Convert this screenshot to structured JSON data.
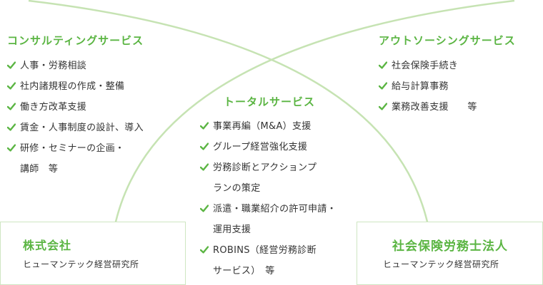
{
  "colors": {
    "accent": "#5bb543",
    "arc": "#c6e3b3",
    "box_border": "#cfe6c2",
    "text": "#333333"
  },
  "icons": {
    "check": "check-icon"
  },
  "consulting": {
    "title": "コンサルティングサービス",
    "items": [
      {
        "lines": [
          "人事・労務相談"
        ]
      },
      {
        "lines": [
          "社内諸規程の作成・整備"
        ]
      },
      {
        "lines": [
          "働き方改革支援"
        ]
      },
      {
        "lines": [
          "賃金・人事制度の設計、導入"
        ]
      },
      {
        "lines": [
          "研修・セミナーの企画・",
          "講師　等"
        ]
      }
    ]
  },
  "total": {
    "title": "トータルサービス",
    "items": [
      {
        "lines": [
          "事業再編（M&A）支援"
        ]
      },
      {
        "lines": [
          "グループ経営強化支援"
        ]
      },
      {
        "lines": [
          "労務診断とアクションプ",
          "ランの策定"
        ]
      },
      {
        "lines": [
          "派遣・職業紹介の許可申請・",
          "運用支援"
        ]
      },
      {
        "lines": [
          "ROBINS（経営労務診断",
          "サービス）　等"
        ]
      }
    ]
  },
  "outsourcing": {
    "title": "アウトソーシングサービス",
    "items": [
      {
        "lines": [
          "社会保険手続き"
        ]
      },
      {
        "lines": [
          "給与計算事務"
        ]
      },
      {
        "lines": [
          "業務改善支援　　等"
        ]
      }
    ]
  },
  "company_left": {
    "name": "株式会社",
    "sub": "ヒューマンテック経営研究所"
  },
  "company_right": {
    "name": "社会保険労務士法人",
    "sub": "ヒューマンテック経営研究所"
  }
}
